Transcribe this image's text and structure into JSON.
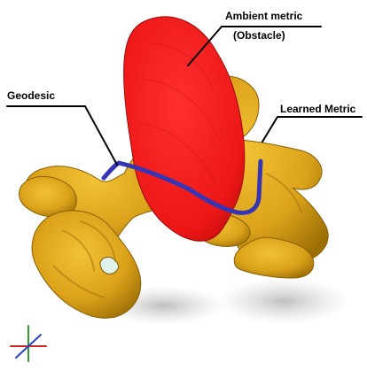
{
  "labels": {
    "ambient_line1": "Ambient metric",
    "ambient_line2": "(Obstacle)",
    "geodesic": "Geodesic",
    "learned": "Learned Metric"
  },
  "colors": {
    "surface": "#e2a818",
    "surface_shadow": "#9c6e05",
    "obstacle": "#ee1a1a",
    "geodesic": "#3030b8",
    "leader": "#000000"
  },
  "icons": {
    "axes": "xyz-axes-icon"
  }
}
